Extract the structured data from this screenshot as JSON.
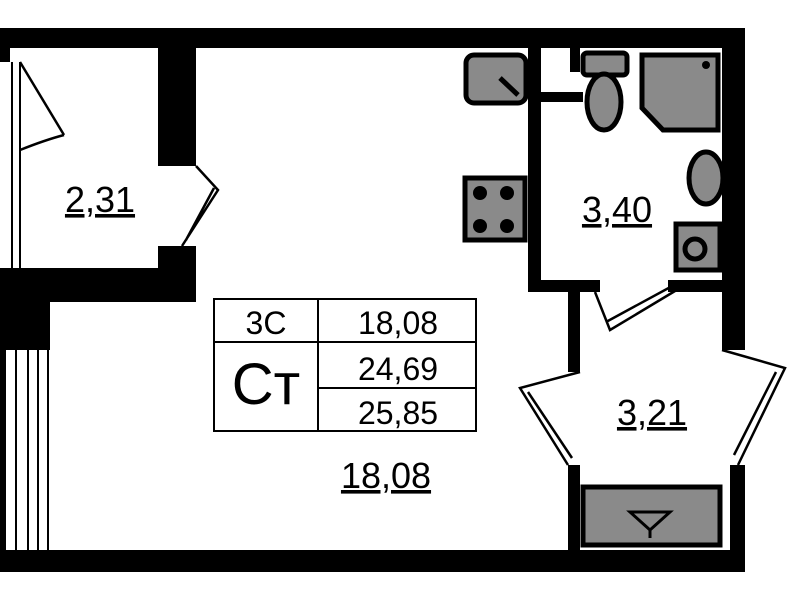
{
  "rooms": {
    "hall": "2,31",
    "bathroom": "3,40",
    "loggia": "3,21",
    "living": "18,08"
  },
  "summary_table": {
    "code": "3С",
    "type": "Ст",
    "living_area": "18,08",
    "total_area": "24,69",
    "total_with_loggia": "25,85"
  },
  "colors": {
    "wall": "#000000",
    "fixture": "#8a8a8a",
    "floor": "#ffffff"
  }
}
